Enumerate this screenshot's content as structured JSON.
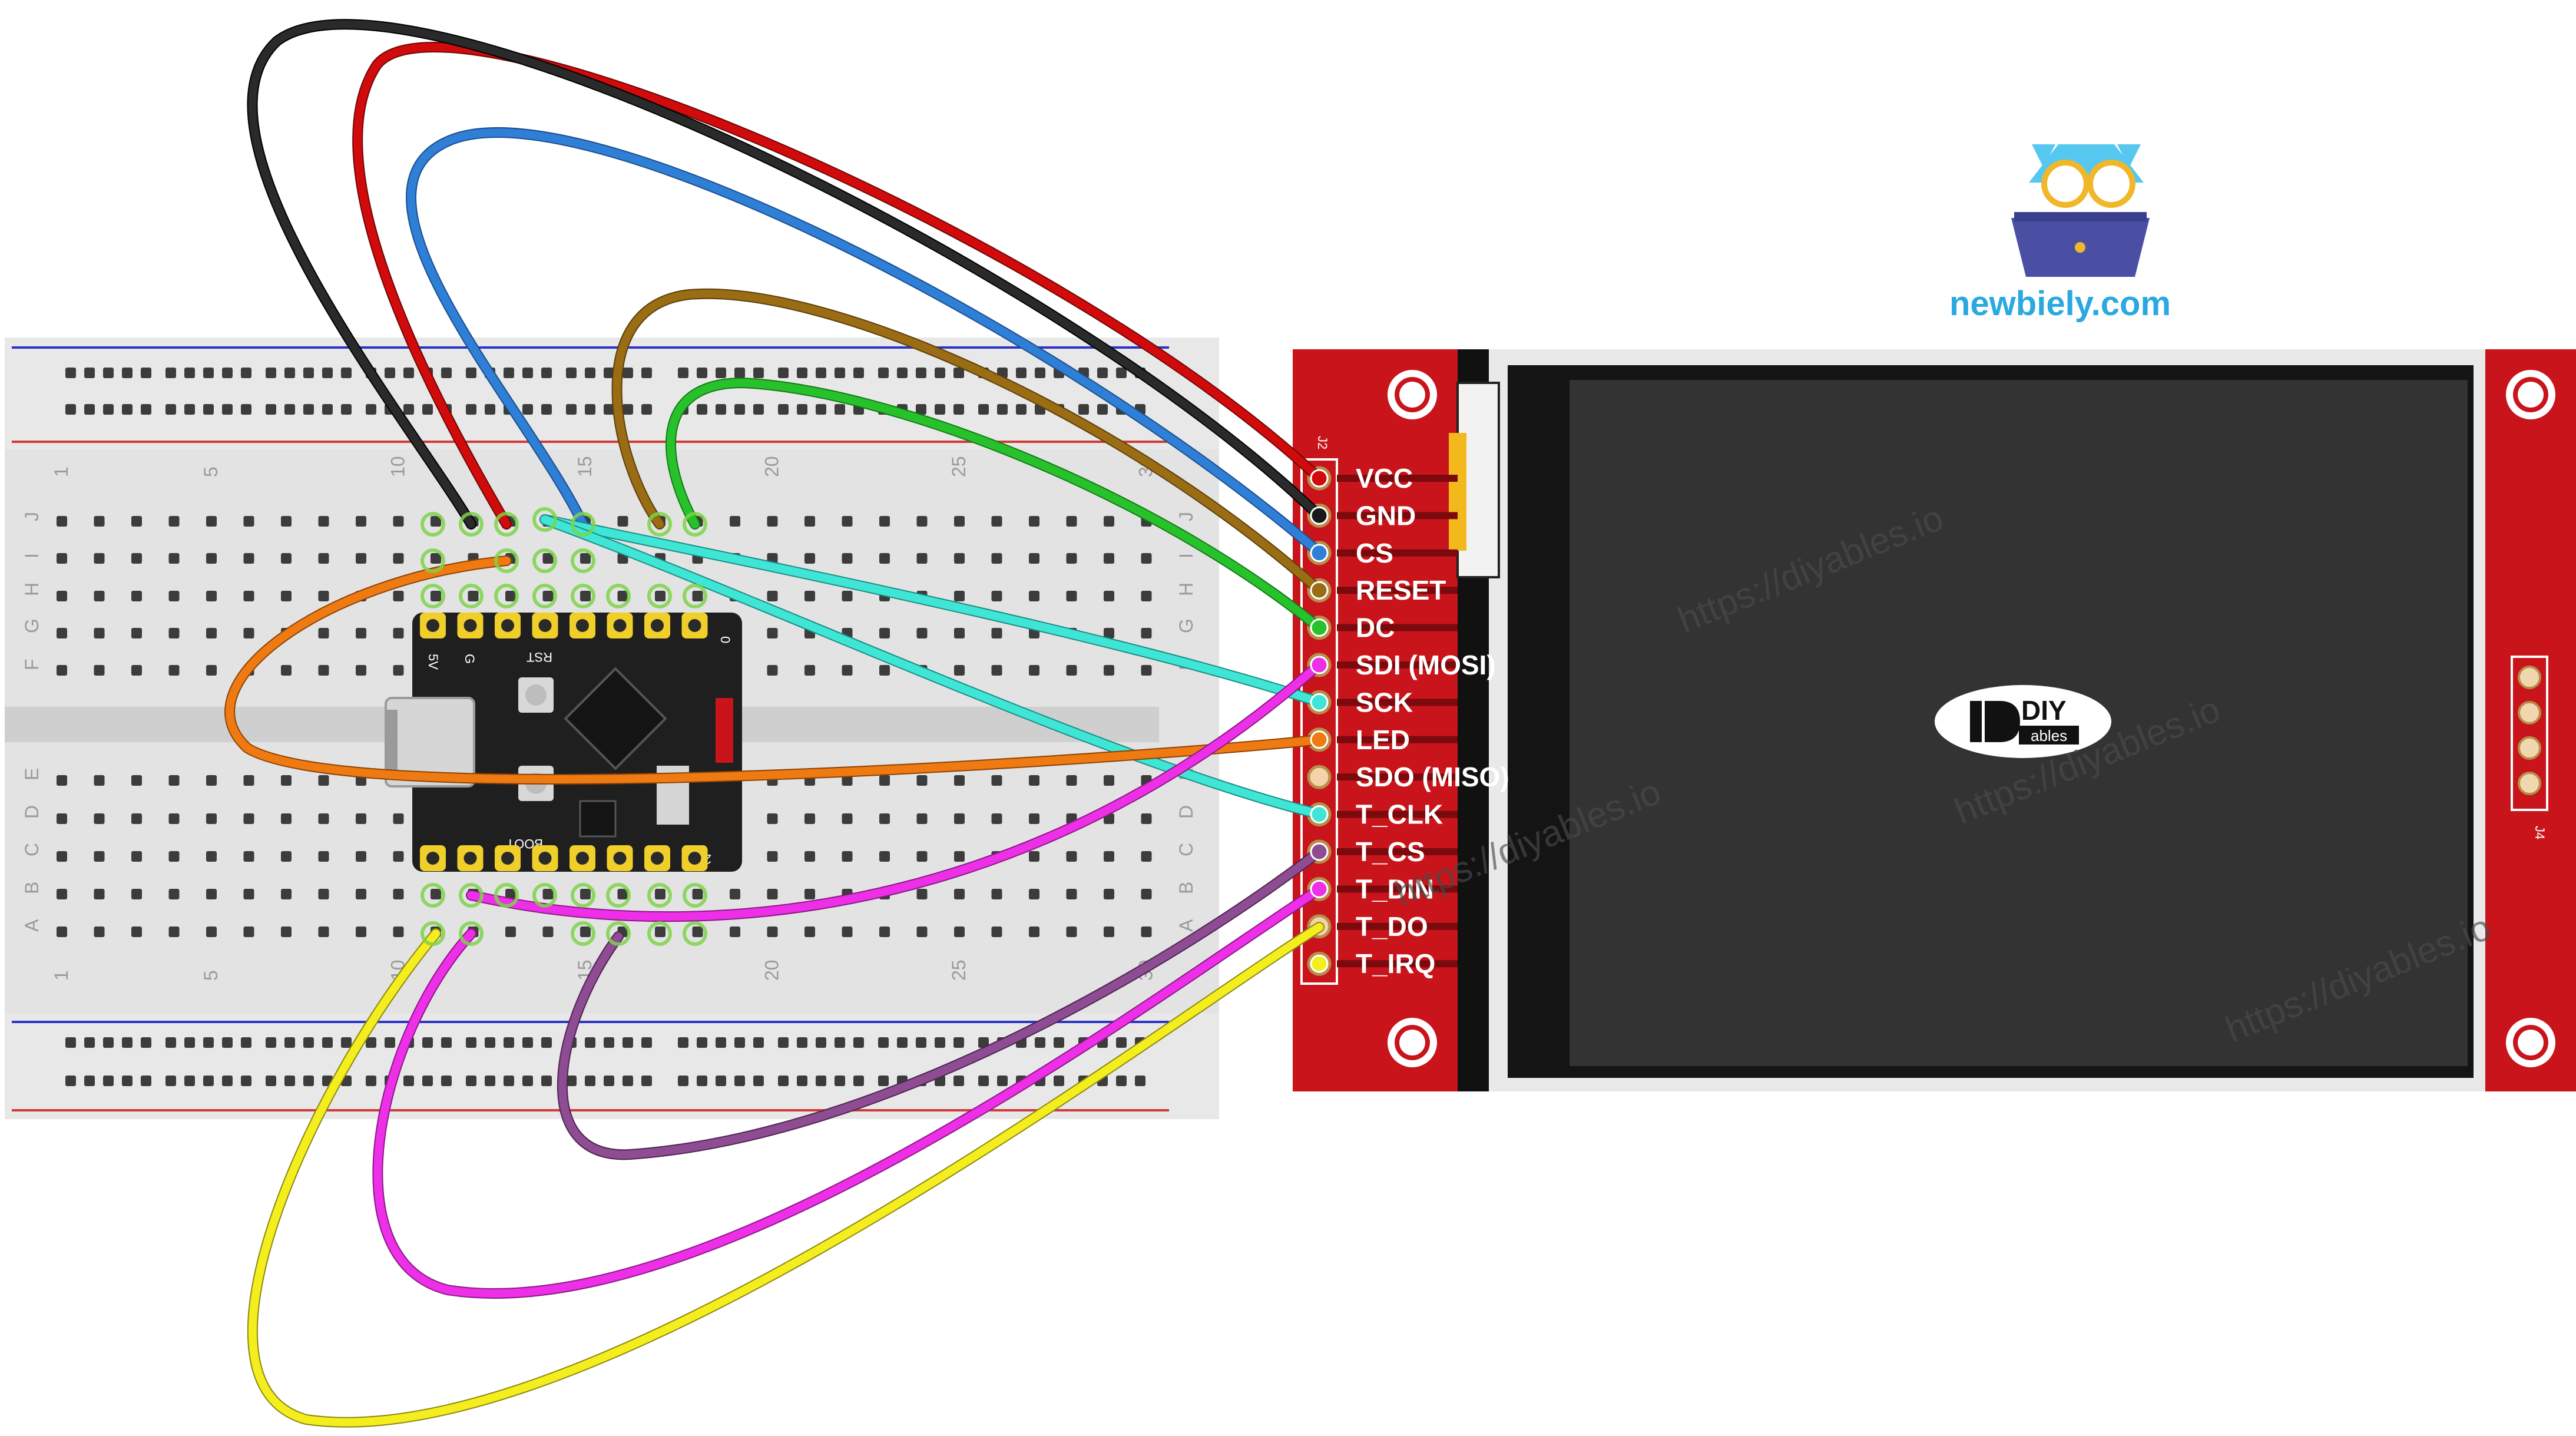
{
  "brand": {
    "text": "newbiely.com",
    "accent": "#29a9e0"
  },
  "display": {
    "header_label": "J2",
    "side_label": "J4",
    "logo_main": "DIY",
    "logo_sub": "ables",
    "watermark": "https://diyables.io",
    "pins": [
      "VCC",
      "GND",
      "CS",
      "RESET",
      "DC",
      "SDI (MOSI)",
      "SCK",
      "LED",
      "SDO (MISO)",
      "T_CLK",
      "T_CS",
      "T_DIN",
      "T_DO",
      "T_IRQ"
    ],
    "pcb_color": "#c8141a",
    "screen_color": "#333333"
  },
  "breadboard": {
    "column_numbers": [
      "1",
      "5",
      "10",
      "15",
      "20",
      "25",
      "30"
    ],
    "row_letters_top": [
      "J",
      "I",
      "H",
      "G",
      "F"
    ],
    "row_letters_bottom": [
      "E",
      "D",
      "C",
      "B",
      "A"
    ]
  },
  "board": {
    "silk_top": [
      "5V",
      "G",
      "RST",
      "0"
    ],
    "silk_bottom": [
      "BOOT",
      "21"
    ]
  },
  "wires": [
    {
      "pin": "VCC",
      "color": "#d10b0b"
    },
    {
      "pin": "GND",
      "color": "#1a1a1a"
    },
    {
      "pin": "CS",
      "color": "#2f7fd6"
    },
    {
      "pin": "RESET",
      "color": "#9a6c14"
    },
    {
      "pin": "DC",
      "color": "#27c22b"
    },
    {
      "pin": "SDI (MOSI)",
      "color": "#ee2fe8"
    },
    {
      "pin": "SCK",
      "color": "#3fe6d6"
    },
    {
      "pin": "LED",
      "color": "#f07a12"
    },
    {
      "pin": "T_CLK",
      "color": "#3fe6d6"
    },
    {
      "pin": "T_CS",
      "color": "#8e4c92"
    },
    {
      "pin": "T_DIN",
      "color": "#ee2fe8"
    },
    {
      "pin": "T_IRQ",
      "color": "#f4ee1e"
    }
  ]
}
